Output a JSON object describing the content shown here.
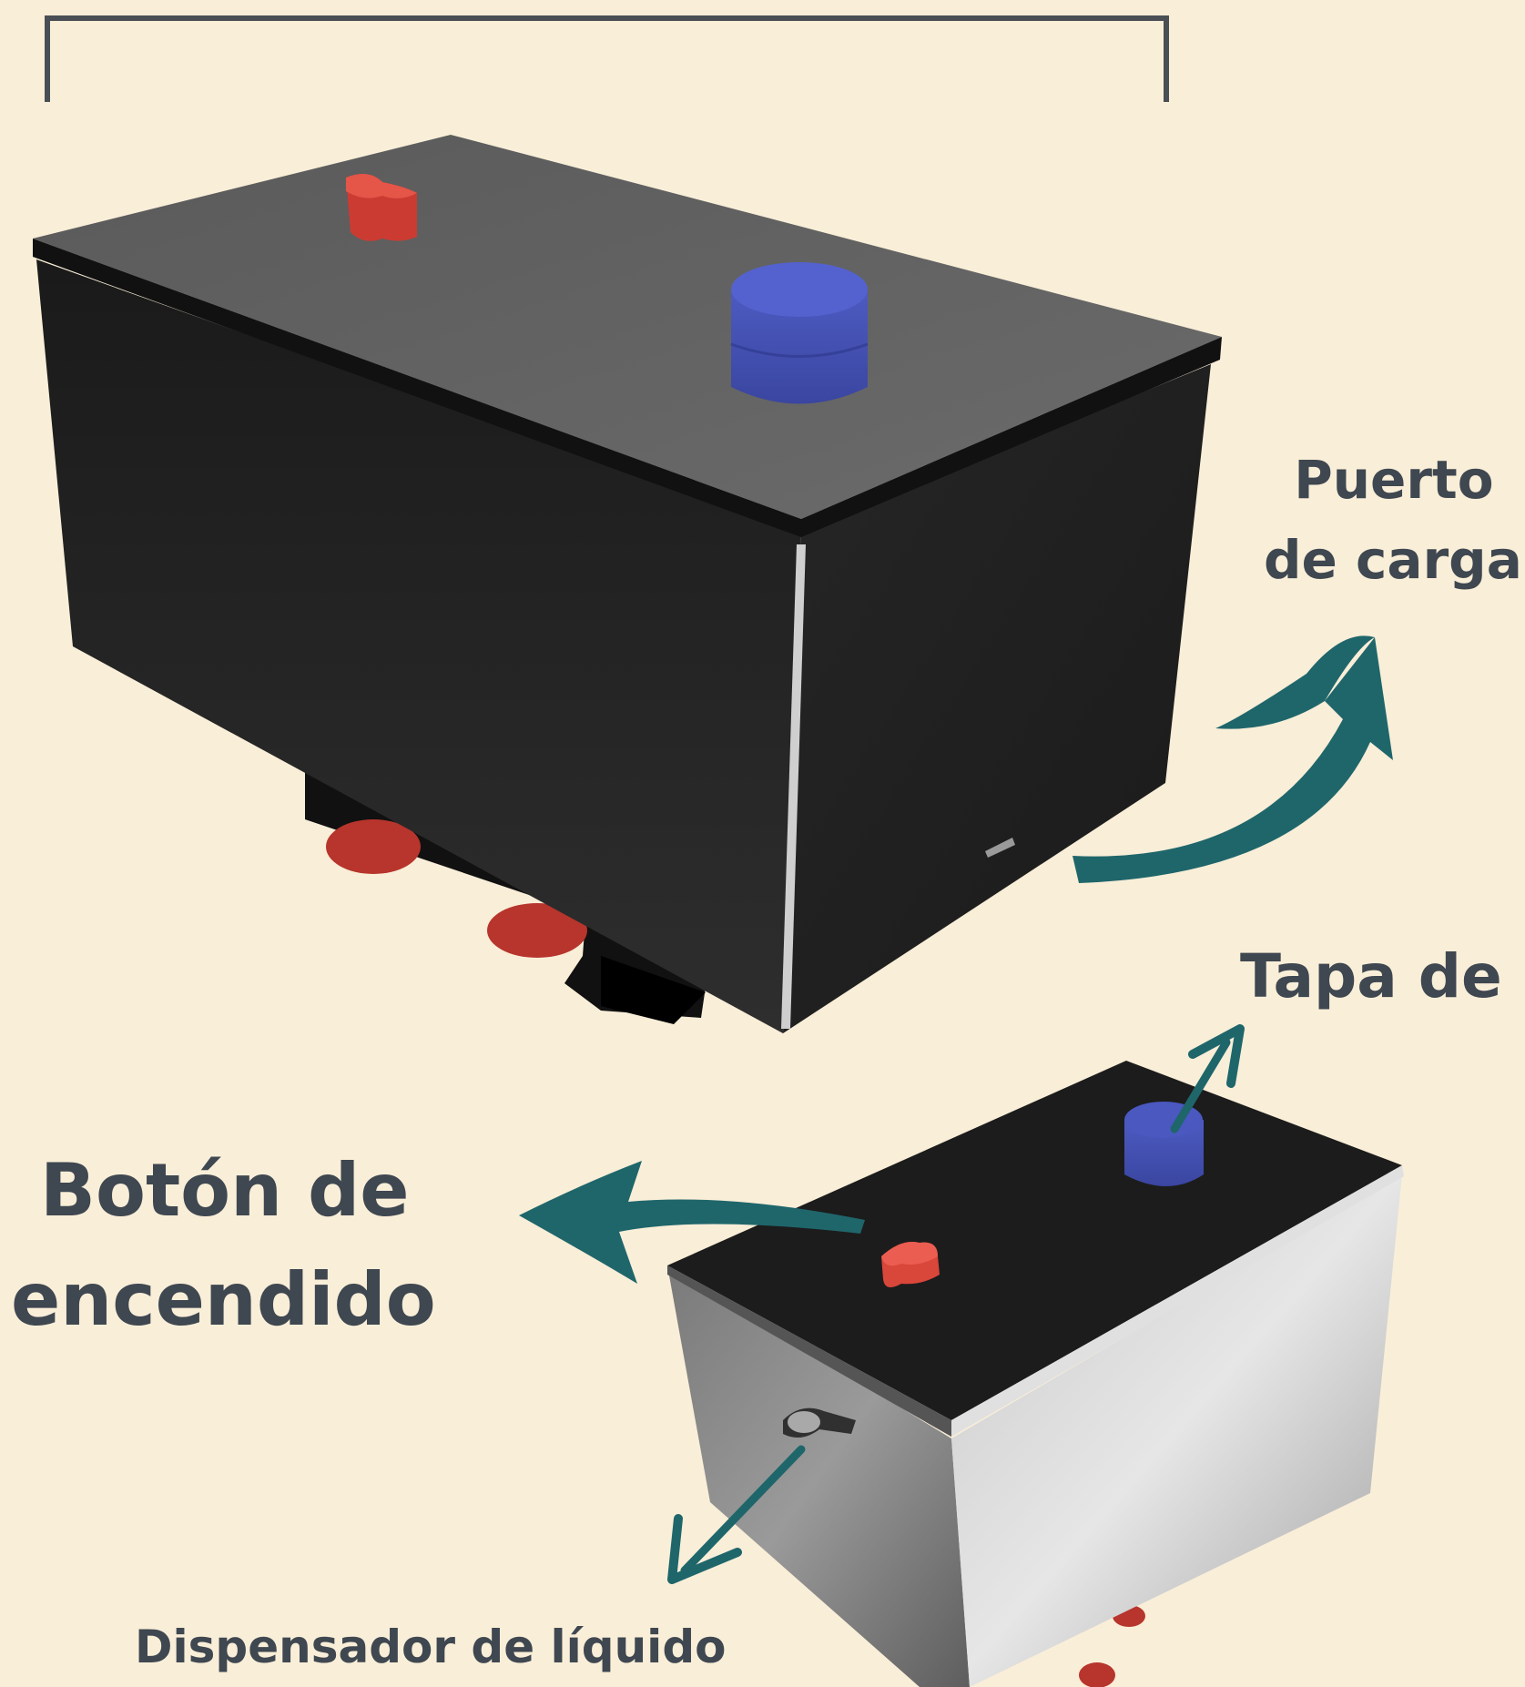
{
  "labels": {
    "puerto_line1": "Puerto",
    "puerto_line2": "de carga",
    "tapa": "Tapa de",
    "boton_line1": "Botón de",
    "boton_line2": "encendido",
    "dispensador": "Dispensador de líquido"
  },
  "colors": {
    "background": "#F9EED8",
    "label_text": "#3F4750",
    "arrow": "#1F666B",
    "bracket": "#4A4F55",
    "device_body": "#1E1E1E",
    "power_button": "#D9463A",
    "lid_cap": "#4452B0",
    "steel": "#B8B8B8"
  }
}
